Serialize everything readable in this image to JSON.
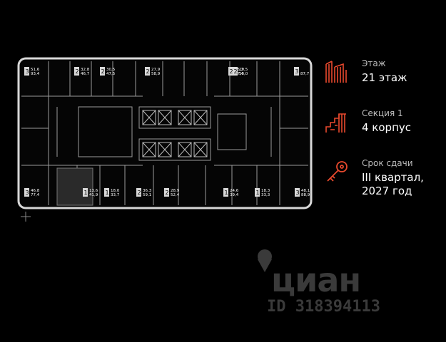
{
  "info": {
    "floor_label": "Этаж",
    "floor_value": "21 этаж",
    "section_label": "Секция 1",
    "section_value": "4 корпус",
    "deadline_label": "Срок сдачи",
    "deadline_value_line1": "III квартал,",
    "deadline_value_line2": "2027 год"
  },
  "icons": {
    "floor": "building-icon",
    "section": "stairs-icon",
    "deadline": "key-icon",
    "compass": "compass-icon"
  },
  "colors": {
    "accent": "#e8492d",
    "background": "#000000"
  },
  "apartments_top": [
    {
      "rooms": "3",
      "a": "51,6",
      "b": "93,4"
    },
    {
      "rooms": "2",
      "a": "32,8",
      "b": "46,7"
    },
    {
      "rooms": "2",
      "a": "30,5",
      "b": "47,5"
    },
    {
      "rooms": "2",
      "a": "27,9",
      "b": "58,9"
    },
    {
      "rooms": "2",
      "a": "35,2",
      "b": "57,4"
    },
    {
      "rooms": "2",
      "a": "29,5",
      "b": "53,0"
    },
    {
      "rooms": "3",
      "a": "",
      "b": "87,7"
    }
  ],
  "apartments_bottom": [
    {
      "rooms": "3",
      "a": "46,8",
      "b": "77,4"
    },
    {
      "rooms": "1",
      "a": "13,6",
      "b": "41,9"
    },
    {
      "rooms": "1",
      "a": "18,0",
      "b": "33,7"
    },
    {
      "rooms": "2",
      "a": "36,3",
      "b": "59,1"
    },
    {
      "rooms": "2",
      "a": "28,9",
      "b": "52,4"
    },
    {
      "rooms": "1",
      "a": "24,6",
      "b": "39,4"
    },
    {
      "rooms": "1",
      "a": "18,3",
      "b": "33,3"
    },
    {
      "rooms": "3",
      "a": "48,1",
      "b": "88,9"
    }
  ],
  "watermark": {
    "brand": "циан",
    "id": "ID 318394113"
  }
}
